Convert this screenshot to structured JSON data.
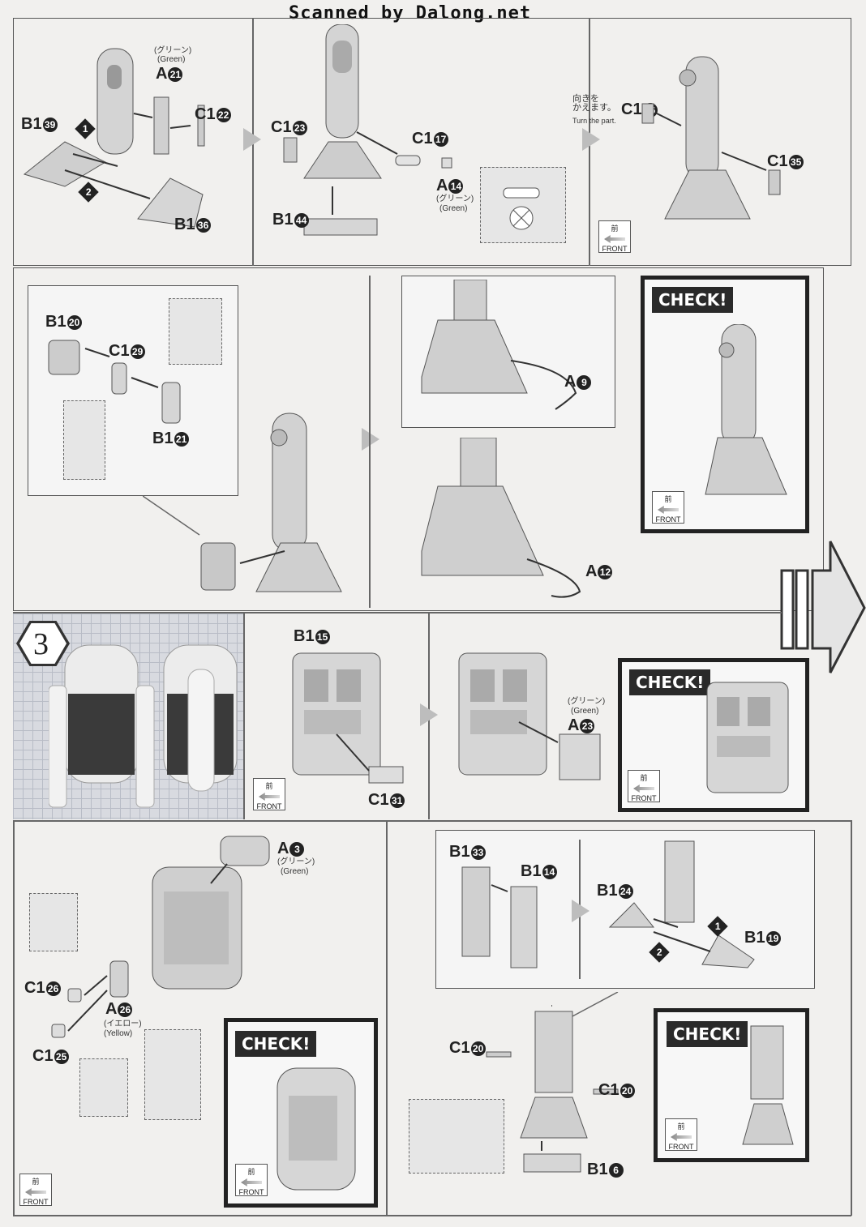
{
  "watermark": "Scanned by Dalong.net",
  "step_number": "3",
  "check_label": "CHECK!",
  "front_badge": {
    "top": "前",
    "bottom": "FRONT"
  },
  "turn_note": {
    "jp": "向きを\nかえます。",
    "en": "Turn the part."
  },
  "color_notes": {
    "green_jp": "(グリーン)",
    "green_en": "(Green)",
    "yellow_jp": "(イエロー)",
    "yellow_en": "(Yellow)"
  },
  "parts": {
    "p1": {
      "a21": "A",
      "n21": "21",
      "b139": "B1",
      "n39": "39",
      "c122": "C1",
      "n22": "22",
      "b136": "B1",
      "n36": "36"
    },
    "p2": {
      "c123": "C1",
      "n23": "23",
      "c117": "C1",
      "n17": "17",
      "a14": "A",
      "n14": "14",
      "b144": "B1",
      "n44": "44"
    },
    "p3": {
      "c136": "C1",
      "n36": "36",
      "c135": "C1",
      "n35": "35"
    },
    "p4": {
      "b120": "B1",
      "n20": "20",
      "c129": "C1",
      "n29": "29",
      "b121": "B1",
      "n21": "21"
    },
    "p5": {
      "a9": "A",
      "n9": "9",
      "a12": "A",
      "n12": "12"
    },
    "p7": {
      "b115": "B1",
      "n15": "15",
      "c131": "C1",
      "n31": "31",
      "a23": "A",
      "n23": "23"
    },
    "p8": {
      "a3": "A",
      "n3": "3",
      "c126": "C1",
      "n26": "26",
      "a26": "A",
      "na26": "26",
      "c125": "C1",
      "n25": "25"
    },
    "p9": {
      "b133": "B1",
      "n33": "33",
      "b114": "B1",
      "n14": "14",
      "b124": "B1",
      "n24": "24",
      "b119": "B1",
      "n19": "19",
      "c120a": "C1",
      "n20a": "20",
      "c120b": "C1",
      "n20b": "20",
      "b16": "B1",
      "n6": "6"
    }
  },
  "order_marks": {
    "one": "1",
    "two": "2"
  }
}
